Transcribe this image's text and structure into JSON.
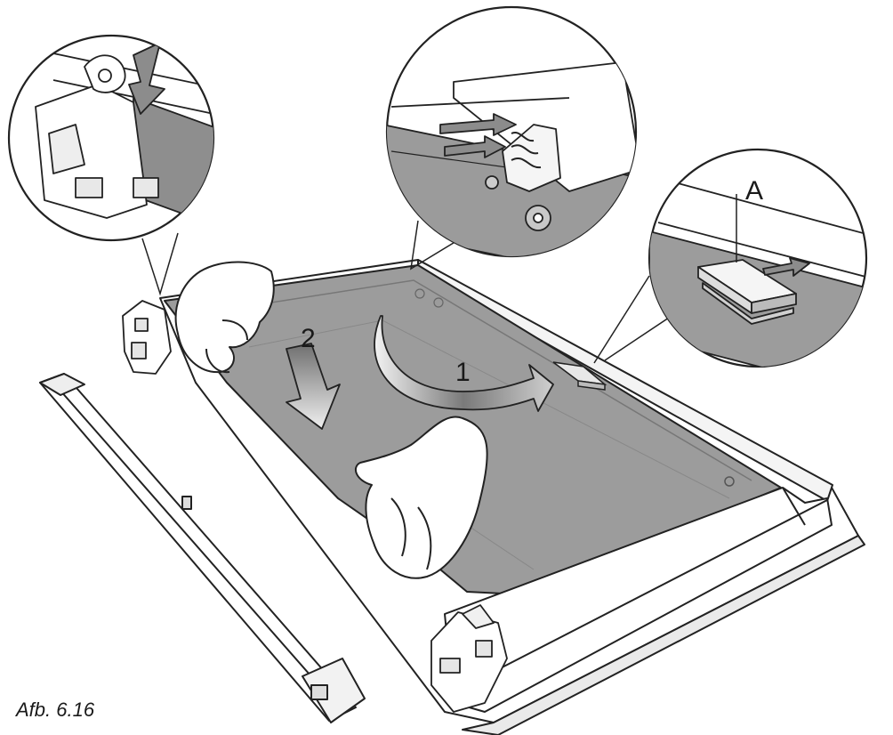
{
  "figure": {
    "caption": "Afb. 6.16",
    "step_labels": {
      "step_1": "1",
      "step_2": "2"
    },
    "part_labels": {
      "part_a": "A"
    }
  },
  "colors": {
    "line": "#222222",
    "glass": "#9a9a9a",
    "glass_dark": "#7c7c7c",
    "frame": "#ffffff",
    "arrow_fill": "#8c8c8c"
  }
}
